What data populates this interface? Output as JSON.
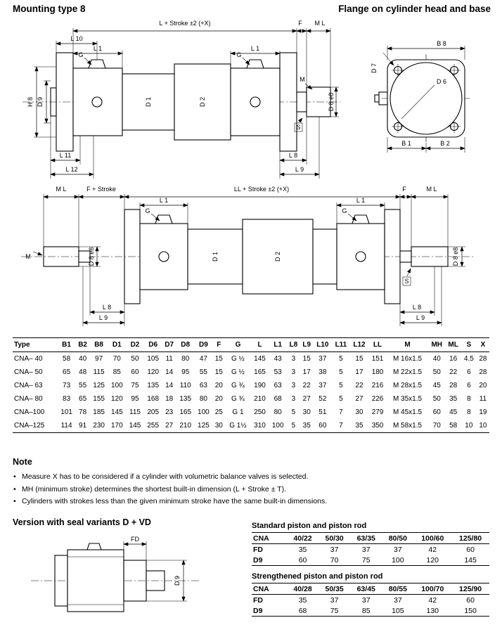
{
  "header": {
    "title_left": "Mounting type 8",
    "title_right": "Flange on cylinder head and base"
  },
  "drawing_top": {
    "dim_l10": "L 10",
    "dim_l_stroke": "L + Stroke ±2  (+X)",
    "dim_f": "F",
    "dim_ml": "M L",
    "dim_l1_left": "L 1",
    "dim_l1_right": "L 1",
    "label_g_left": "G",
    "label_g_right": "G",
    "dim_h8": "H 8",
    "dim_d9": "D 9",
    "label_d1": "D 1",
    "label_d2": "D 2",
    "label_m": "M",
    "label_s": "S",
    "dim_d8": "D 8 e8",
    "dim_l11": "L 11",
    "dim_l12": "L 12",
    "dim_l8": "L 8",
    "dim_l9": "L 9"
  },
  "flange_view": {
    "dim_b8": "B 8",
    "dim_d7": "D 7",
    "label_d6": "D 6",
    "dim_b1": "B 1",
    "dim_b2": "B 2"
  },
  "drawing_middle": {
    "dim_ml_left": "M L",
    "dim_f_stroke": "F + Stroke",
    "dim_ll_stroke": "LL + Stroke ±2  (+X)",
    "dim_f": "F",
    "dim_ml_right": "M L",
    "dim_l1_left": "L 1",
    "dim_l1_right": "L 1",
    "label_g_left": "G",
    "label_g_right": "G",
    "label_m": "M",
    "dim_d8_left": "D 8 e8",
    "label_d1": "D 1",
    "label_d2": "D 2",
    "label_s": "S",
    "dim_d8_right": "D 8 e8",
    "dim_l8_left": "L 8",
    "dim_l9_left": "L 9",
    "dim_l8_right": "L 8",
    "dim_l9_right": "L 9"
  },
  "main_table": {
    "headers": [
      "Type",
      "B1",
      "B2",
      "B8",
      "D1",
      "D2",
      "D6",
      "D7",
      "D8",
      "D9",
      "F",
      "G",
      "L",
      "L1",
      "L8",
      "L9",
      "L10",
      "L11",
      "L12",
      "LL",
      "M",
      "MH",
      "ML",
      "S",
      "X"
    ],
    "rows": [
      [
        "CNA– 40",
        "58",
        "40",
        "97",
        "70",
        "50",
        "105",
        "11",
        "80",
        "47",
        "15",
        "G ½",
        "145",
        "43",
        "3",
        "15",
        "37",
        "5",
        "15",
        "151",
        "M 16x1.5",
        "40",
        "16",
        "4.5",
        "28"
      ],
      [
        "CNA– 50",
        "65",
        "48",
        "115",
        "85",
        "60",
        "120",
        "14",
        "95",
        "55",
        "15",
        "G ½",
        "165",
        "53",
        "3",
        "17",
        "38",
        "5",
        "17",
        "180",
        "M 22x1.5",
        "50",
        "22",
        "6",
        "28"
      ],
      [
        "CNA– 63",
        "73",
        "55",
        "125",
        "100",
        "75",
        "135",
        "14",
        "110",
        "63",
        "20",
        "G ¾",
        "190",
        "63",
        "3",
        "22",
        "37",
        "5",
        "22",
        "216",
        "M 28x1.5",
        "45",
        "28",
        "6",
        "20"
      ],
      [
        "CNA– 80",
        "83",
        "65",
        "155",
        "120",
        "95",
        "168",
        "18",
        "135",
        "80",
        "20",
        "G ¾",
        "210",
        "68",
        "3",
        "27",
        "52",
        "5",
        "27",
        "226",
        "M 35x1.5",
        "50",
        "35",
        "8",
        "11"
      ],
      [
        "CNA–100",
        "101",
        "78",
        "185",
        "145",
        "115",
        "205",
        "23",
        "165",
        "100",
        "25",
        "G 1",
        "250",
        "80",
        "5",
        "30",
        "51",
        "7",
        "30",
        "279",
        "M 45x1.5",
        "60",
        "45",
        "8",
        "19"
      ],
      [
        "CNA–125",
        "114",
        "91",
        "230",
        "170",
        "145",
        "255",
        "27",
        "210",
        "125",
        "30",
        "G 1½",
        "310",
        "100",
        "5",
        "35",
        "60",
        "7",
        "35",
        "350",
        "M 58x1.5",
        "70",
        "58",
        "10",
        "10"
      ]
    ]
  },
  "note": {
    "title": "Note",
    "bullets": [
      "Measure X has to be considered if a cylinder with volumetric balance valves is selected.",
      "MH (minimum stroke) determines the shortest built-in dimension (L + Stroke ± T).",
      "Cylinders with strokes less than the given minimum stroke have the same built-in dimensions."
    ]
  },
  "seal_section": {
    "title": "Version with seal variants D + VD",
    "label_fd": "FD",
    "label_d9": "D 9"
  },
  "piston_tables": {
    "standard": {
      "title": "Standard piston and piston rod",
      "headers": [
        "CNA",
        "40/22",
        "50/30",
        "63/35",
        "80/50",
        "100/60",
        "125/80"
      ],
      "rows": [
        [
          "FD",
          "35",
          "37",
          "37",
          "37",
          "42",
          "60"
        ],
        [
          "D9",
          "60",
          "70",
          "75",
          "100",
          "120",
          "145"
        ]
      ]
    },
    "strengthened": {
      "title": "Strengthened piston and piston rod",
      "headers": [
        "CNA",
        "40/28",
        "50/35",
        "63/45",
        "80/55",
        "100/70",
        "125/90"
      ],
      "rows": [
        [
          "FD",
          "35",
          "37",
          "37",
          "37",
          "42",
          "60"
        ],
        [
          "D9",
          "68",
          "75",
          "85",
          "105",
          "130",
          "150"
        ]
      ]
    }
  }
}
